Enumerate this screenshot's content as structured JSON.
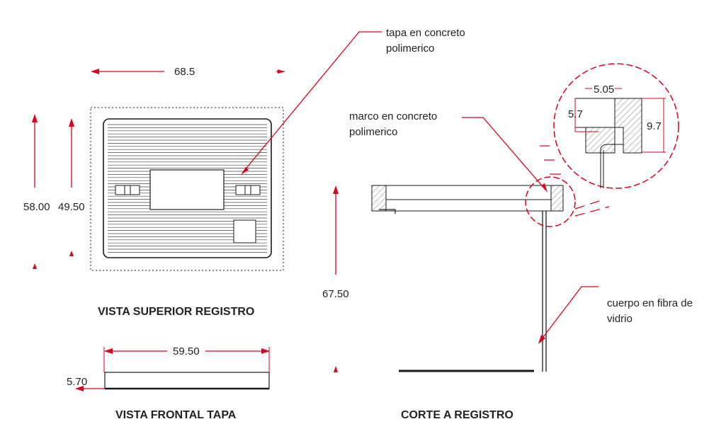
{
  "colors": {
    "dimension": "#e0001b",
    "line": "#1a1a1a",
    "hatch": "#888888"
  },
  "dimensions": {
    "top_width": "68.5",
    "outer_height": "58.00",
    "inner_height": "49.50",
    "cover_width": "59.50",
    "cover_thickness": "5.70",
    "body_height": "67.50",
    "detail_width": "5.05",
    "detail_step": "5.7",
    "detail_height": "9.7"
  },
  "labels": {
    "cover_material_line1": "tapa en concreto",
    "cover_material_line2": "polimerico",
    "frame_material_line1": "marco en concreto",
    "frame_material_line2": "polimerico",
    "body_material_line1": "cuerpo en fibra de",
    "body_material_line2": "vidrio"
  },
  "titles": {
    "top_view": "VISTA  SUPERIOR REGISTRO",
    "front_view": "VISTA FRONTAL TAPA",
    "section": "CORTE A REGISTRO"
  }
}
